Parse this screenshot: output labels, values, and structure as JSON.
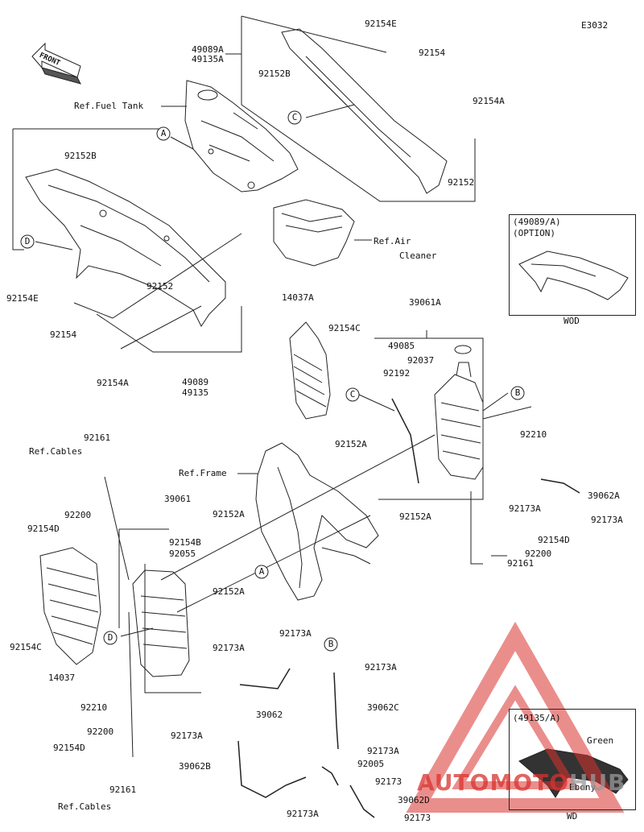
{
  "diagram_id": "E3032",
  "front_label": "FRONT",
  "watermark": {
    "part1": "AUTOMOTO",
    "part2": "HUB"
  },
  "insets": {
    "option": {
      "title1": "(49089/A)",
      "title2": "(OPTION)",
      "caption": "WOD"
    },
    "wd": {
      "title": "(49135/A)",
      "green": "Green",
      "ebony": "Ebony",
      "caption": "WD"
    }
  },
  "callouts": [
    "A",
    "B",
    "C",
    "D"
  ],
  "labels": {
    "p92154E_top": "92154E",
    "p92154_top": "92154",
    "p49089A": "49089A",
    "p49135A": "49135A",
    "p92152B_top": "92152B",
    "ref_fuel_tank": "Ref.Fuel Tank",
    "p92154A_top": "92154A",
    "p92152_right": "92152",
    "p92152B_left": "92152B",
    "ref_air": "Ref.Air",
    "cleaner": "Cleaner",
    "p92154E_left": "92154E",
    "p92152_mid": "92152",
    "p92154_left": "92154",
    "p92154A_left": "92154A",
    "p49089": "49089",
    "p49135": "49135",
    "p14037A": "14037A",
    "p39061A": "39061A",
    "p92154C_mid": "92154C",
    "p49085": "49085",
    "p92037": "92037",
    "p92192": "92192",
    "p92210_right": "92210",
    "p92152A_1": "92152A",
    "ref_frame": "Ref.Frame",
    "p92152A_2": "92152A",
    "p39062A": "39062A",
    "p92173A_r1": "92173A",
    "p92173A_r2": "92173A",
    "p92154D_right": "92154D",
    "p92200_right": "92200",
    "p92161_right": "92161",
    "ref_cables_top": "Ref.Cables",
    "p92161_top": "92161",
    "p92200_top": "92200",
    "p92154D_top": "92154D",
    "p39061": "39061",
    "p92154B": "92154B",
    "p92055": "92055",
    "p92152A_3": "92152A",
    "p92152A_4": "92152A",
    "p92154C_left": "92154C",
    "p14037": "14037",
    "p92210_left": "92210",
    "p92173A_a": "92173A",
    "p92173A_b": "92173A",
    "p92173A_c": "92173A",
    "p39062": "39062",
    "p39062C": "39062C",
    "p92173A_d": "92173A",
    "p92173A_e": "92173A",
    "p92005": "92005",
    "p92173_a": "92173",
    "p39062B": "39062B",
    "p39062D": "39062D",
    "p92173_b": "92173",
    "p92173A_f": "92173A",
    "p92200_bottom": "92200",
    "p92154D_bottom": "92154D",
    "p92161_bottom": "92161",
    "ref_cables_bottom": "Ref.Cables"
  },
  "colors": {
    "line": "#222222",
    "watermark_red": "#d9322f",
    "watermark_grey": "#9a9a9a"
  }
}
